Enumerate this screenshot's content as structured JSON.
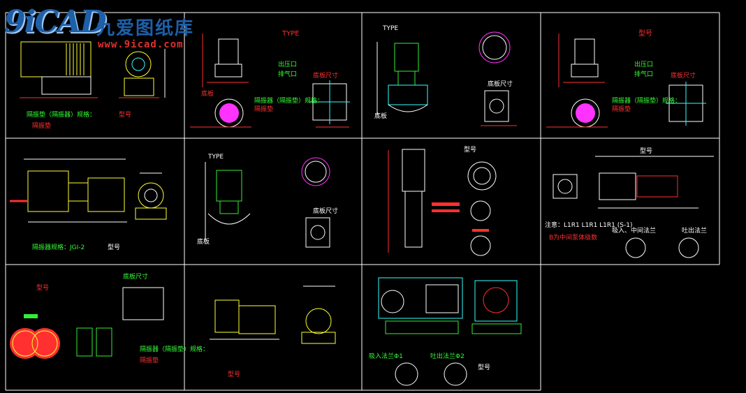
{
  "colors": {
    "background": "#000000",
    "frame": "#ffffff",
    "pump_green": "#33ee33",
    "pump_yellow": "#ffff33",
    "flange_magenta": "#ff33ff",
    "dimension_red": "#ff3030",
    "base_cyan": "#33ffff",
    "logo_blue": "#1e5fa8"
  },
  "logo": {
    "brand": "9iCAD",
    "name_cn": "九爱图纸库",
    "url": "www.9icad.com"
  },
  "labels": {
    "p1_spec": "隔振垫（隔振器）规格：",
    "p1_model": "型号",
    "p1_pad": "隔振垫",
    "p2_type": "TYPE",
    "p2_outlet": "出压口",
    "p2_vent": "排气口",
    "p2_base_size": "底板尺寸",
    "p2_spec": "隔振器（隔振垫）规格：",
    "p2_pad": "隔振垫",
    "p2_base": "底板",
    "p3_type": "TYPE",
    "p3_base_size": "底板尺寸",
    "p3_base": "底板",
    "p4_model": "型号",
    "p4_outlet": "出压口",
    "p4_vent": "排气口",
    "p4_base_size": "底板尺寸",
    "p4_spec": "隔振器（隔振垫）规格：",
    "p4_pad": "隔振垫",
    "p5_spec": "隔振器规格：JGI-2",
    "p5_model": "型号",
    "p6_type": "TYPE",
    "p6_base_size": "底板尺寸",
    "p6_base": "底板",
    "p7_model": "型号",
    "p8_model": "型号",
    "p8_note": "注意：L1R1 L1R1 L1R1 (S-1)",
    "p8_note2": "B为中间泵体级数",
    "p8_inlet": "吸入、中间法兰",
    "p8_outlet": "吐出法兰",
    "p9_model": "型号",
    "p9_base_size": "底板尺寸",
    "p9_spec": "隔振器（隔振垫）规格：",
    "p9_pad": "隔振垫",
    "p10_model": "型号",
    "p11_inlet": "吸入法兰Φ1",
    "p11_outlet": "吐出法兰Φ2",
    "p11_model": "型号"
  }
}
